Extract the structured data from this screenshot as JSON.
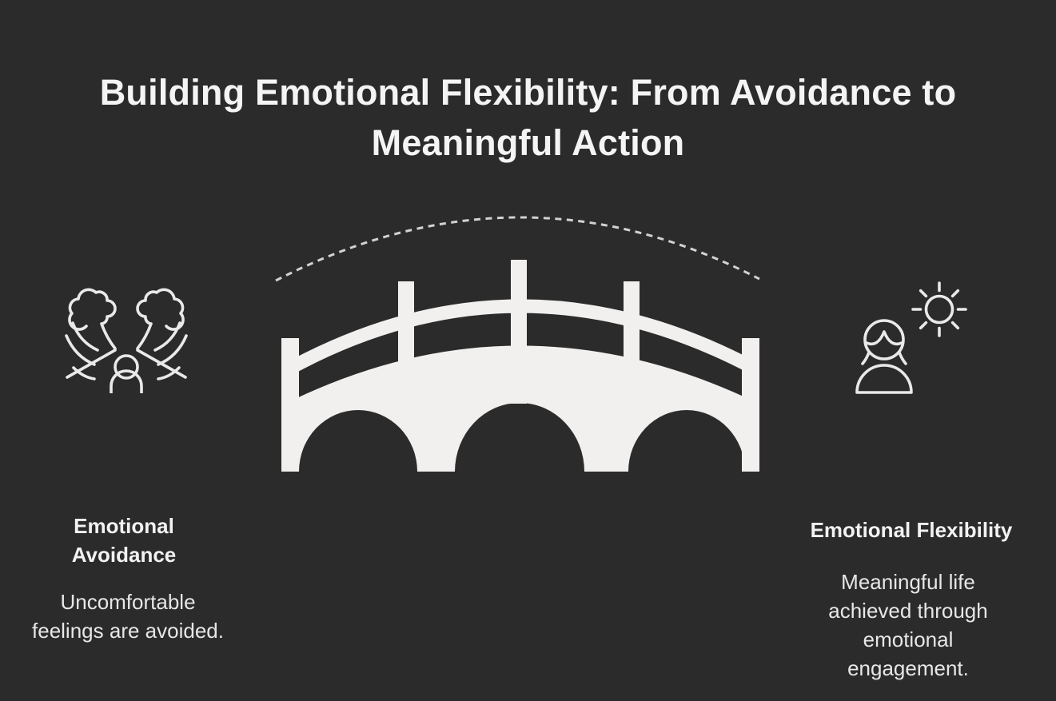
{
  "title": "Building Emotional Flexibility: From Avoidance to Meaningful Action",
  "left_panel": {
    "icon": "person-facing-storm-clouds-icon",
    "heading": "Emotional Avoidance",
    "description": "Uncomfortable feelings are avoided."
  },
  "center_panel": {
    "icon": "bridge-icon",
    "decoration": "dashed-arc-path"
  },
  "right_panel": {
    "icon": "person-with-sun-icon",
    "heading": "Emotional Flexibility",
    "description": "Meaningful life achieved through emotional engagement."
  },
  "colors": {
    "background": "#2b2b2b",
    "title_text": "#f4f4f4",
    "heading_text": "#f2f2f2",
    "body_text": "#e7e7e7",
    "bridge_fill": "#f1f0ee",
    "dashed_arc_stroke": "#d2d2d2",
    "icon_stroke": "#e9e9e9"
  }
}
